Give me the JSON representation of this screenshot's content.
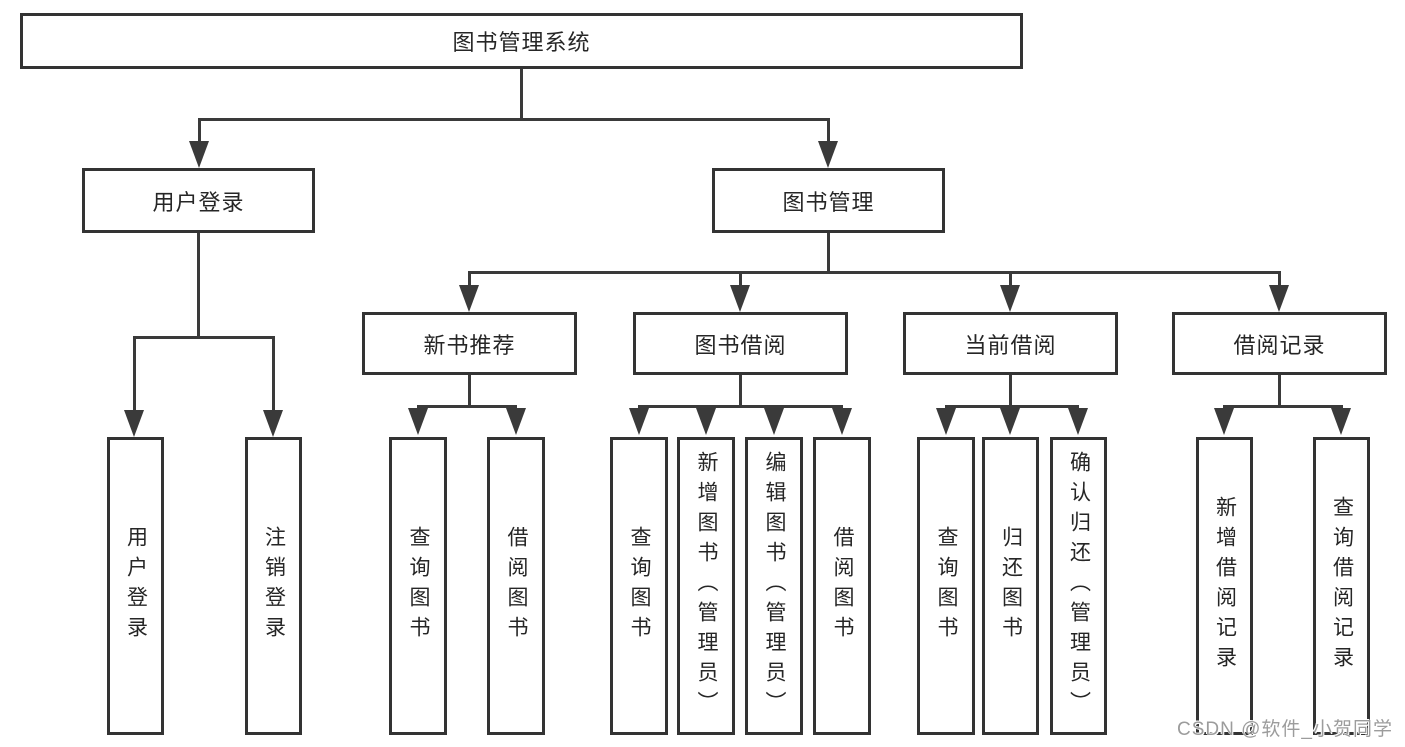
{
  "diagram": {
    "watermark": "CSDN @软件_小贺同学",
    "colors": {
      "line": "#3a3a3a",
      "border": "#333333",
      "text": "#262626",
      "watermark": "#9c9c9c",
      "background": "#ffffff"
    },
    "tree": {
      "root": {
        "label": "图书管理系统"
      },
      "branches": [
        {
          "label": "用户登录",
          "children": [
            {
              "label": "用户登录"
            },
            {
              "label": "注销登录"
            }
          ]
        },
        {
          "label": "图书管理",
          "sections": [
            {
              "label": "新书推荐",
              "children": [
                {
                  "label": "查询图书"
                },
                {
                  "label": "借阅图书"
                }
              ]
            },
            {
              "label": "图书借阅",
              "children": [
                {
                  "label": "查询图书"
                },
                {
                  "label": "新增图书（管理员）"
                },
                {
                  "label": "编辑图书（管理员）"
                },
                {
                  "label": "借阅图书"
                }
              ]
            },
            {
              "label": "当前借阅",
              "children": [
                {
                  "label": "查询图书"
                },
                {
                  "label": "归还图书"
                },
                {
                  "label": "确认归还（管理员）"
                }
              ]
            },
            {
              "label": "借阅记录",
              "children": [
                {
                  "label": "新增借阅记录"
                },
                {
                  "label": "查询借阅记录"
                }
              ]
            }
          ]
        }
      ]
    }
  }
}
